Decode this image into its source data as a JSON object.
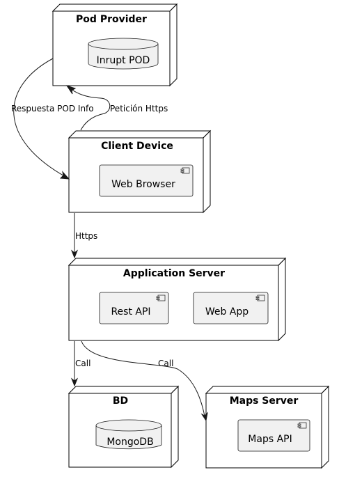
{
  "nodes": {
    "pod_provider": {
      "title": "Pod Provider",
      "database": "Inrupt POD"
    },
    "client_device": {
      "title": "Client Device",
      "component": "Web Browser"
    },
    "application_server": {
      "title": "Application Server",
      "components": [
        "Rest API",
        "Web App"
      ]
    },
    "bd": {
      "title": "BD",
      "database": "MongoDB"
    },
    "maps_server": {
      "title": "Maps Server",
      "component": "Maps API"
    }
  },
  "edges": {
    "pod_to_client": "Respuesta POD Info",
    "client_to_pod": "Petición Https",
    "client_to_app": "Https",
    "app_to_bd": "Call",
    "app_to_maps": "Call"
  }
}
